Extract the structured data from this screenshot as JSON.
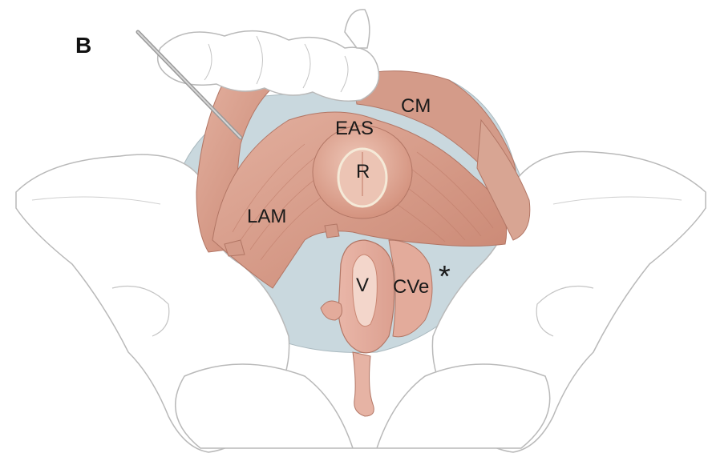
{
  "panel_letter": "B",
  "labels": {
    "cm": "CM",
    "eas": "EAS",
    "r": "R",
    "lam": "LAM",
    "v": "V",
    "cve": "CVe",
    "asterisk": "*"
  },
  "colors": {
    "outline": "#b9b9b9",
    "bone_fill": "#ffffff",
    "muscle": "#d9a08e",
    "muscle_dark": "#c98672",
    "muscle_light": "#e8bfb0",
    "fascia": "#c7d6dc",
    "organ": "#e7b3a5",
    "text": "#1a1a1a"
  }
}
